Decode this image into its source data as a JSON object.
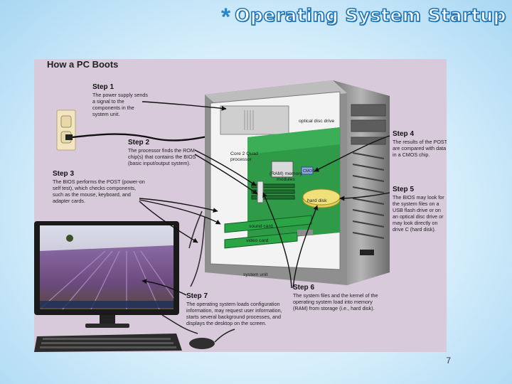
{
  "slide": {
    "title_marker": "*",
    "title": "Operating System Startup",
    "page_number": "7"
  },
  "diagram": {
    "title": "How a PC Boots",
    "steps": [
      {
        "title": "Step 1",
        "text": "The power supply sends a signal to the components in the system unit."
      },
      {
        "title": "Step 2",
        "text": "The processor finds the ROM chip(s) that contains the BIOS (basic input/output system)."
      },
      {
        "title": "Step 3",
        "text": "The BIOS performs the POST (power-on self test), which checks components, such as the mouse, keyboard, and adapter cards."
      },
      {
        "title": "Step 4",
        "text": "The results of the POST are compared with data in a CMOS chip."
      },
      {
        "title": "Step 5",
        "text": "The BIOS may look for the system files on a USB flash drive or on an optical disc drive or may look directly on drive C (hard disk)."
      },
      {
        "title": "Step 6",
        "text": "The system files and the kernel of the operating system load into memory (RAM) from storage (i.e., hard disk)."
      },
      {
        "title": "Step 7",
        "text": "The operating system loads configuration information, may request user information, starts several background processes, and displays the desktop on the screen."
      }
    ],
    "labels": {
      "optical_disc_drive": "optical disc drive",
      "processor": "Core 2 Quad processor",
      "memory": "(RAM) memory modules",
      "cmos": "CMOS",
      "hard_disk": "hard disk",
      "sound_card": "sound card",
      "video_card": "video card",
      "system_unit": "system unit"
    }
  }
}
